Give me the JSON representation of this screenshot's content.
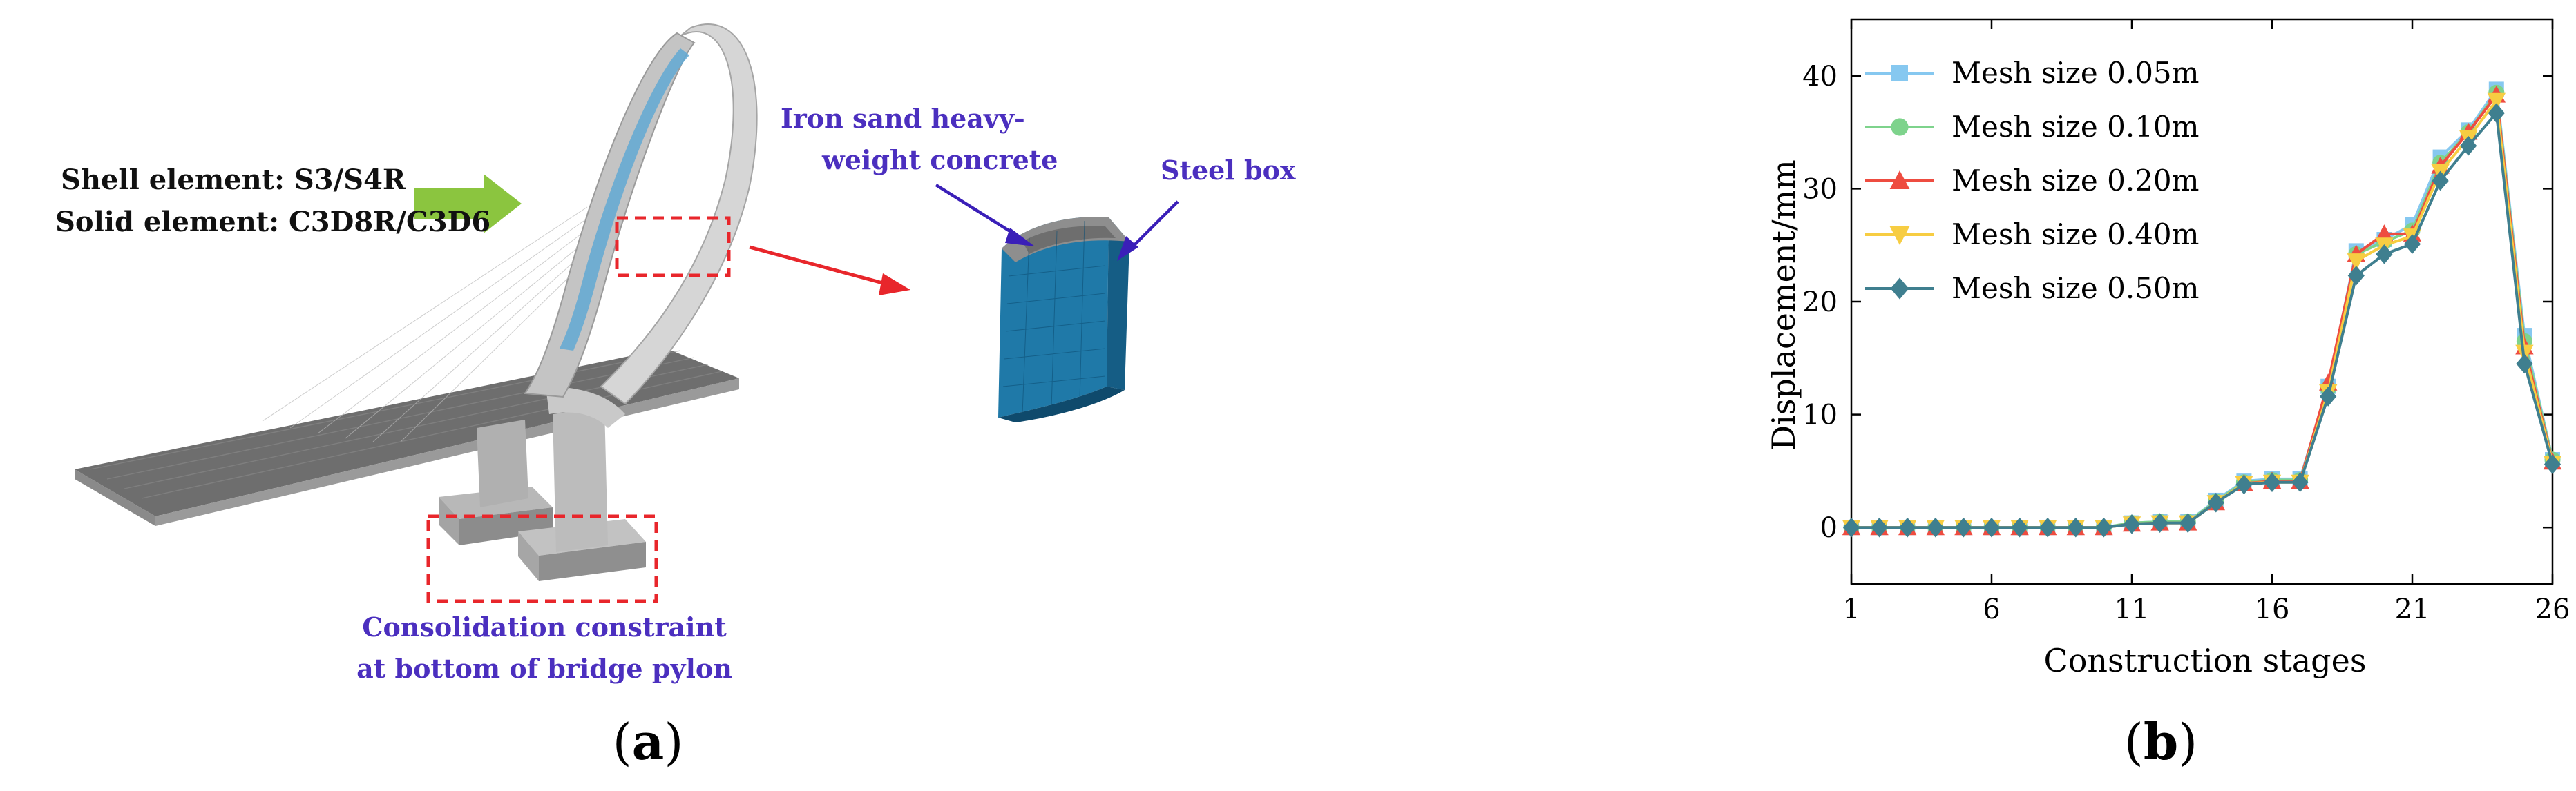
{
  "panel_a": {
    "label": "a",
    "shell_element": "Shell element: S3/S4R",
    "solid_element": "Solid element: C3D8R/C3D6",
    "iron_sand_line1": "Iron sand heavy-",
    "iron_sand_line2": "weight concrete",
    "steel_box": "Steel box",
    "constraint_line1": "Consolidation constraint",
    "constraint_line2": "at bottom of bridge pylon"
  },
  "panel_b": {
    "label": "b"
  },
  "colors": {
    "mesh_005": "#86c8f0",
    "mesh_010": "#7ed38c",
    "mesh_020": "#ee4c40",
    "mesh_040": "#f7cd42",
    "mesh_050": "#3f7f8f",
    "callout_text": "#4b2fbf",
    "dashed_box": "#e8262b",
    "arrow_green": "#8bc53f",
    "arrow_red": "#e8262b",
    "arrow_blue": "#3a1fb8"
  },
  "chart_data": {
    "type": "line",
    "xlabel": "Construction stages",
    "ylabel": "Displacement/mm",
    "xlim": [
      1,
      26
    ],
    "ylim": [
      -5,
      45
    ],
    "xticks": [
      1,
      6,
      11,
      16,
      21,
      26
    ],
    "yticks": [
      0,
      10,
      20,
      30,
      40
    ],
    "legend_position": "top-left",
    "grid": false,
    "x": [
      1,
      2,
      3,
      4,
      5,
      6,
      7,
      8,
      9,
      10,
      11,
      12,
      13,
      14,
      15,
      16,
      17,
      18,
      19,
      20,
      21,
      22,
      23,
      24,
      25,
      26
    ],
    "series": [
      {
        "name": "Mesh size 0.05m",
        "marker": "square",
        "color_key": "mesh_005",
        "values": [
          0,
          0,
          0,
          0,
          0,
          0,
          0,
          0,
          0,
          0,
          0.4,
          0.5,
          0.5,
          2.4,
          4.1,
          4.3,
          4.3,
          12.5,
          24.5,
          25.5,
          26.8,
          32.8,
          35.2,
          38.8,
          17.0,
          6.0
        ]
      },
      {
        "name": "Mesh size 0.10m",
        "marker": "circle",
        "color_key": "mesh_010",
        "values": [
          0,
          0,
          0,
          0,
          0,
          0,
          0,
          0,
          0,
          0,
          0.4,
          0.5,
          0.5,
          2.3,
          4.0,
          4.2,
          4.2,
          12.3,
          24.2,
          25.3,
          26.3,
          32.3,
          35.0,
          38.5,
          16.5,
          6.0
        ]
      },
      {
        "name": "Mesh size 0.20m",
        "marker": "triangle-up",
        "color_key": "mesh_020",
        "values": [
          0,
          0,
          0,
          0,
          0,
          0,
          0,
          0,
          0,
          0,
          0.3,
          0.4,
          0.4,
          2.2,
          3.9,
          4.1,
          4.1,
          12.8,
          24.2,
          26.0,
          26.0,
          32.0,
          35.0,
          38.3,
          16.0,
          5.8
        ]
      },
      {
        "name": "Mesh size 0.40m",
        "marker": "triangle-down",
        "color_key": "mesh_040",
        "values": [
          0,
          0,
          0,
          0,
          0,
          0,
          0,
          0,
          0,
          0,
          0.3,
          0.4,
          0.4,
          2.2,
          3.9,
          4.0,
          4.0,
          12.0,
          23.6,
          25.0,
          25.8,
          31.5,
          34.5,
          37.8,
          15.5,
          5.7
        ]
      },
      {
        "name": "Mesh size 0.50m",
        "marker": "diamond",
        "color_key": "mesh_050",
        "values": [
          0,
          0,
          0,
          0,
          0,
          0,
          0,
          0,
          0,
          0,
          0.3,
          0.4,
          0.4,
          2.2,
          3.8,
          4.0,
          4.0,
          11.6,
          22.3,
          24.2,
          25.1,
          30.7,
          33.8,
          36.7,
          14.5,
          5.6
        ]
      }
    ]
  }
}
